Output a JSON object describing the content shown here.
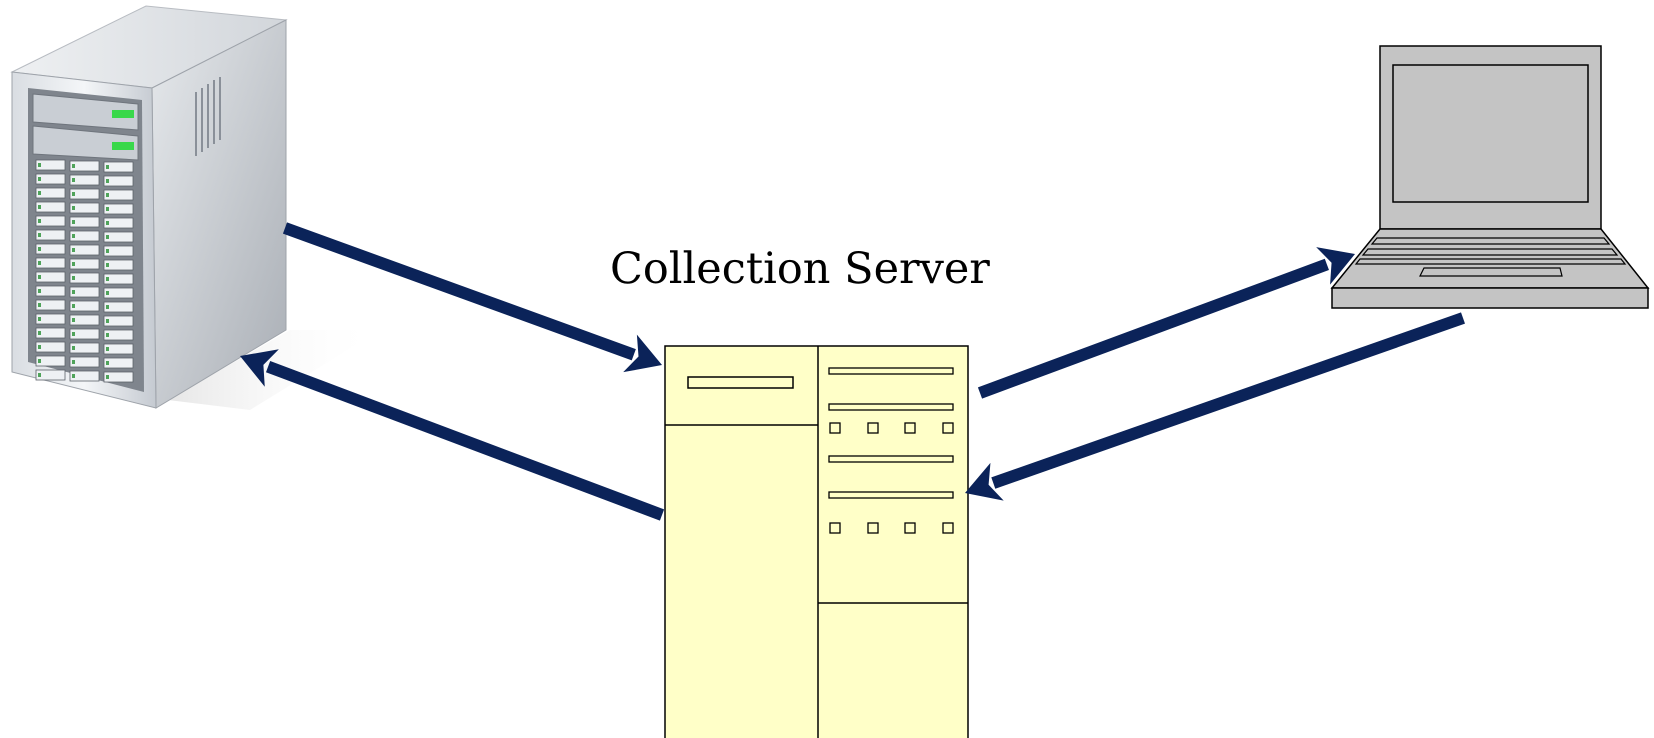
{
  "diagram": {
    "collection_server_label": "Collection Server",
    "colors": {
      "arrow": "#0b2359",
      "collection_server_fill": "#ffffc8",
      "laptop_fill": "#c4c4c4",
      "stroke": "#000000"
    },
    "nodes": [
      {
        "id": "source-server",
        "icon": "tower-server-icon"
      },
      {
        "id": "collection-server",
        "icon": "collection-server-cabinet-icon"
      },
      {
        "id": "client-laptop",
        "icon": "laptop-icon"
      }
    ],
    "edges": [
      {
        "from": "source-server",
        "to": "collection-server"
      },
      {
        "from": "collection-server",
        "to": "source-server"
      },
      {
        "from": "collection-server",
        "to": "client-laptop"
      },
      {
        "from": "client-laptop",
        "to": "collection-server"
      }
    ]
  }
}
